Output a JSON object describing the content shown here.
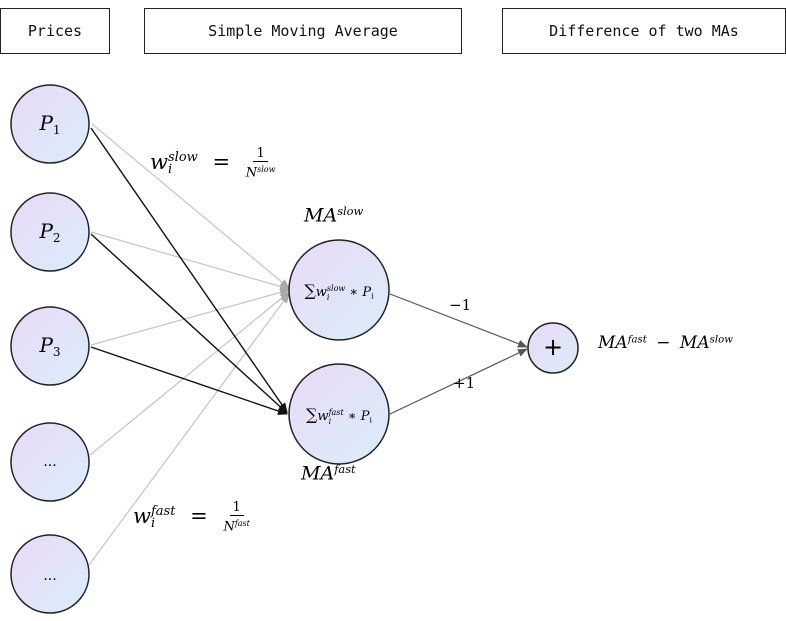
{
  "headers": {
    "prices": "Prices",
    "sma": "Simple Moving Average",
    "diff": "Difference of two MAs"
  },
  "inputs": [
    {
      "base": "P",
      "sub": "1"
    },
    {
      "base": "P",
      "sub": "2"
    },
    {
      "base": "P",
      "sub": "3"
    },
    {
      "base": "...",
      "sub": ""
    },
    {
      "base": "...",
      "sub": ""
    }
  ],
  "ma_slow": {
    "title_base": "MA",
    "title_sup": "slow",
    "sum": "∑",
    "w": "w",
    "w_sub": "i",
    "w_sup": "slow",
    "times": "∗",
    "p": "P",
    "p_sub": "i"
  },
  "ma_fast": {
    "title_base": "MA",
    "title_sup": "fast",
    "sum": "∑",
    "w": "w",
    "w_sub": "i",
    "w_sup": "fast",
    "times": "∗",
    "p": "P",
    "p_sub": "i"
  },
  "weight_slow": {
    "w": "w",
    "sub": "i",
    "sup": "slow",
    "eq": "=",
    "num": "1",
    "den_base": "N",
    "den_sup": "slow"
  },
  "weight_fast": {
    "w": "w",
    "sub": "i",
    "sup": "fast",
    "eq": "=",
    "num": "1",
    "den_base": "N",
    "den_sup": "fast"
  },
  "edge_labels": {
    "slow": "−1",
    "fast": "+1"
  },
  "sum_node": {
    "symbol": "+"
  },
  "output": {
    "a_base": "MA",
    "a_sup": "fast",
    "minus": "−",
    "b_base": "MA",
    "b_sup": "slow"
  }
}
